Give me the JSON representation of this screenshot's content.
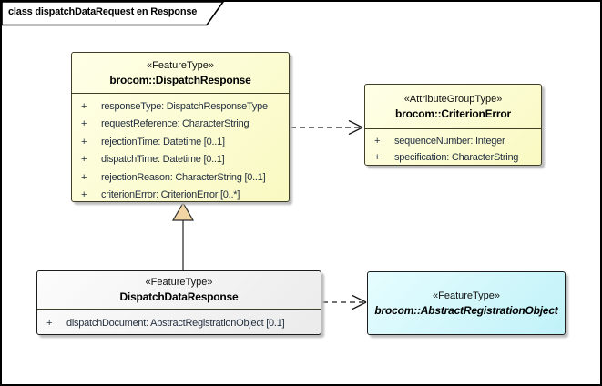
{
  "frame": {
    "label": "class dispatchDataRequest en Response"
  },
  "colors": {
    "class_fill_yellow": "#F9F9C2",
    "class_fill_gray": "#EFEFEF",
    "class_fill_cyan": "#C0F2F8",
    "generalization_triangle_fill": "#F2D5A4",
    "attribute_text": "#24303F",
    "border": "#3F3F28"
  },
  "classes": {
    "dispatch_response": {
      "stereotype": "«FeatureType»",
      "name": "brocom::DispatchResponse",
      "attributes": [
        {
          "vis": "+",
          "text": "responseType: DispatchResponseType"
        },
        {
          "vis": "+",
          "text": "requestReference: CharacterString"
        },
        {
          "vis": "+",
          "text": "rejectionTime: Datetime [0..1]"
        },
        {
          "vis": "+",
          "text": "dispatchTime: Datetime [0..1]"
        },
        {
          "vis": "+",
          "text": "rejectionReason: CharacterString [0..1]"
        },
        {
          "vis": "+",
          "text": "criterionError: CriterionError [0..*]"
        }
      ]
    },
    "criterion_error": {
      "stereotype": "«AttributeGroupType»",
      "name": "brocom::CriterionError",
      "attributes": [
        {
          "vis": "+",
          "text": "sequenceNumber: Integer"
        },
        {
          "vis": "+",
          "text": "specification: CharacterString"
        }
      ]
    },
    "dispatch_data_response": {
      "stereotype": "«FeatureType»",
      "name": "DispatchDataResponse",
      "attributes": [
        {
          "vis": "+",
          "text": "dispatchDocument: AbstractRegistrationObject [0.1]"
        }
      ]
    },
    "abstract_registration_object": {
      "stereotype": "«FeatureType»",
      "name": "brocom::AbstractRegistrationObject"
    }
  },
  "relations": [
    {
      "type": "dependency",
      "style": "dashed-open-arrow",
      "from": "brocom::DispatchResponse",
      "to": "brocom::CriterionError"
    },
    {
      "type": "generalization",
      "style": "solid-line-triangle-head",
      "from": "DispatchDataResponse",
      "to": "brocom::DispatchResponse"
    },
    {
      "type": "dependency",
      "style": "dashed-open-arrow",
      "from": "DispatchDataResponse",
      "to": "brocom::AbstractRegistrationObject"
    }
  ]
}
